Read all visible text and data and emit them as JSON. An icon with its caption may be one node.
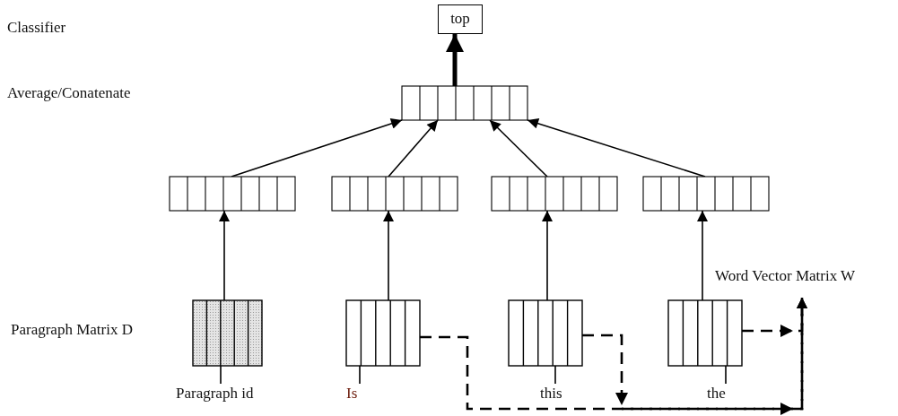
{
  "diagram": {
    "nodes": [
      {
        "text": [
          "top"
        ]
      },
      {
        "text": [],
        "shape": "bar"
      },
      {
        "text": [],
        "shape": "bar"
      },
      {
        "text": [],
        "shape": "bar"
      },
      {
        "text": [],
        "shape": "bar"
      },
      {
        "text": [],
        "shape": "bar"
      },
      {
        "text": [],
        "shape": "box"
      },
      {
        "text": [],
        "shape": "box"
      },
      {
        "text": [],
        "shape": "box"
      },
      {
        "text": [],
        "shape": "box"
      },
      {
        "text": [
          "Paragraph id"
        ]
      },
      {
        "text": [
          "Is"
        ]
      },
      {
        "text": [
          "this"
        ]
      },
      {
        "text": [
          "the"
        ]
      },
      {
        "text": [
          "Word Vector Matrix W"
        ]
      }
    ],
    "edges": [
      {
        "from": 1,
        "to": 0,
        "arrow": "to",
        "style": "thick"
      },
      {
        "from": 2,
        "to": 1,
        "arrow": "to"
      },
      {
        "from": 3,
        "to": 1,
        "arrow": "to"
      },
      {
        "from": 4,
        "to": 1,
        "arrow": "to"
      },
      {
        "from": 5,
        "to": 1,
        "arrow": "to"
      },
      {
        "from": 6,
        "to": 2,
        "arrow": "to"
      },
      {
        "from": 7,
        "to": 3,
        "arrow": "to"
      },
      {
        "from": 8,
        "to": 4,
        "arrow": "to"
      },
      {
        "from": 9,
        "to": 5,
        "arrow": "to"
      },
      {
        "from": 10,
        "to": 6,
        "arrow": "none"
      },
      {
        "from": 11,
        "to": 7,
        "arrow": "none"
      },
      {
        "from": 12,
        "to": 8,
        "arrow": "none"
      },
      {
        "from": 13,
        "to": 9,
        "arrow": "none"
      },
      {
        "from": 7,
        "to": 14,
        "arrow": "to",
        "style": "dashed"
      },
      {
        "from": 8,
        "to": 14,
        "arrow": "to",
        "style": "dashed"
      },
      {
        "from": 9,
        "to": 14,
        "arrow": "to",
        "style": "dashed"
      }
    ],
    "labels": [
      "Classifier",
      "Average/Conatenate",
      "Paragraph Matrix D"
    ]
  }
}
